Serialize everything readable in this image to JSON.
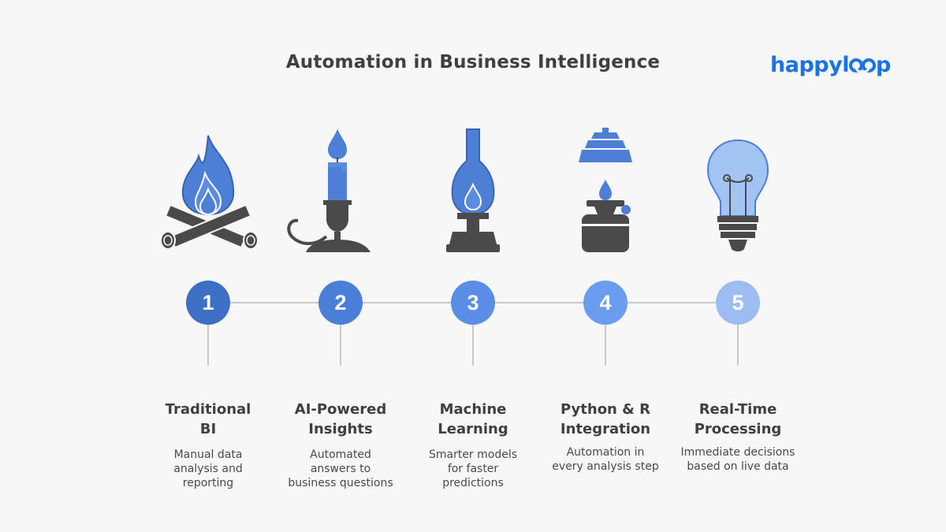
{
  "title": "Automation in Business Intelligence",
  "brand": {
    "name": "happyloop",
    "prefix": "happyl",
    "suffix": "p",
    "color": "#1a73e8"
  },
  "colors": {
    "dark": "#4a4a4a",
    "flame": "#4d7fd6",
    "node_1": "#3d6fc4",
    "node_2": "#4a7fd8",
    "node_3": "#5a8ee6",
    "node_4": "#6a9cf0",
    "node_5": "#9dbdf2"
  },
  "steps": [
    {
      "number": "1",
      "icon": "campfire-icon",
      "title_lines": [
        "Traditional",
        "BI"
      ],
      "desc_lines": [
        "Manual data",
        "analysis and",
        "reporting"
      ]
    },
    {
      "number": "2",
      "icon": "candle-icon",
      "title_lines": [
        "AI-Powered",
        "Insights"
      ],
      "desc_lines": [
        "Automated",
        "answers to",
        "business questions"
      ]
    },
    {
      "number": "3",
      "icon": "oil-lamp-icon",
      "title_lines": [
        "Machine",
        "Learning"
      ],
      "desc_lines": [
        "Smarter models",
        "for faster",
        "predictions"
      ]
    },
    {
      "number": "4",
      "icon": "gas-stove-icon",
      "title_lines": [
        "Python & R",
        "Integration"
      ],
      "desc_lines": [
        "Automation in",
        "every analysis step"
      ]
    },
    {
      "number": "5",
      "icon": "light-bulb-icon",
      "title_lines": [
        "Real-Time",
        "Processing"
      ],
      "desc_lines": [
        "Immediate decisions",
        "based on live data"
      ]
    }
  ]
}
